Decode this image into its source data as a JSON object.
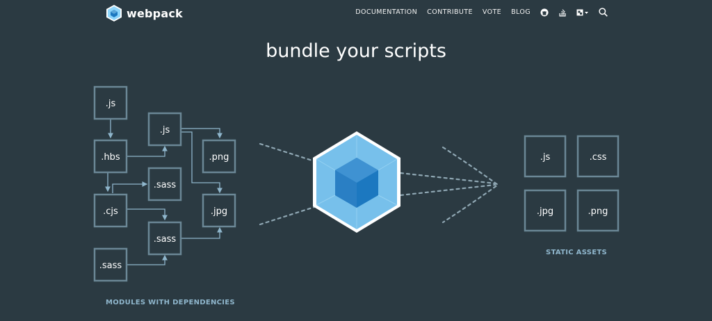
{
  "brand": {
    "name": "webpack"
  },
  "nav": {
    "links": [
      "DOCUMENTATION",
      "CONTRIBUTE",
      "VOTE",
      "BLOG"
    ],
    "icons": [
      "github-icon",
      "stack-overflow-icon",
      "language-icon",
      "search-icon"
    ]
  },
  "hero": {
    "title": "bundle your scripts"
  },
  "modules": {
    "caption": "MODULES WITH DEPENDENCIES",
    "files": [
      ".js",
      ".js",
      ".hbs",
      ".png",
      ".sass",
      ".cjs",
      ".jpg",
      ".sass",
      ".sass"
    ]
  },
  "assets": {
    "caption": "STATIC ASSETS",
    "files": [
      ".js",
      ".css",
      ".jpg",
      ".png"
    ]
  },
  "colors": {
    "background": "#2b3a42",
    "box_border": "#6b8796",
    "arrow": "#8fb6cc",
    "cube_light": "#8ed6fb",
    "cube_dark": "#1c78c0"
  }
}
